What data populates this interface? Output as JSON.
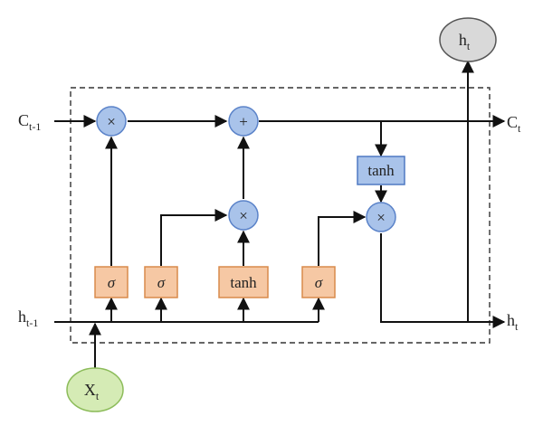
{
  "inputs": {
    "c_prev": {
      "main": "C",
      "sub": "t-1"
    },
    "h_prev": {
      "main": "h",
      "sub": "t-1"
    },
    "x": {
      "main": "X",
      "sub": "t"
    }
  },
  "outputs": {
    "c": {
      "main": "C",
      "sub": "t"
    },
    "h_right": {
      "main": "h",
      "sub": "t"
    },
    "h_top": {
      "main": "h",
      "sub": "t"
    }
  },
  "operators": {
    "forget_multiply": "×",
    "cell_add": "+",
    "input_multiply": "×",
    "output_multiply": "×"
  },
  "gates": {
    "forget": "σ",
    "input": "σ",
    "candidate": "tanh",
    "output": "σ",
    "cell_tanh": "tanh"
  },
  "colors": {
    "operator_fill": "#a9c3ea",
    "gate_orange_fill": "#f6c8a4",
    "gate_blue_fill": "#a9c3ea",
    "input_node_fill": "#d5ebb5",
    "output_node_fill": "#d9d9d9"
  }
}
